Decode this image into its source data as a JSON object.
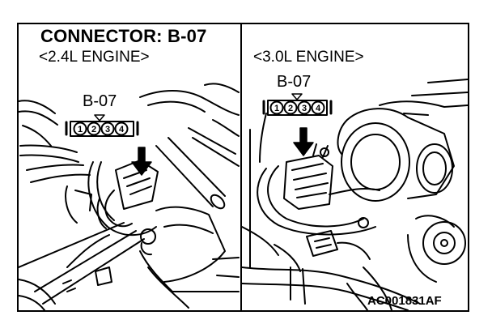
{
  "title": "CONNECTOR: B-07",
  "panels": [
    {
      "engine_label": "<2.4L ENGINE>",
      "connector_id": "B-07",
      "pins": [
        "1",
        "2",
        "3",
        "4"
      ]
    },
    {
      "engine_label": "<3.0L ENGINE>",
      "connector_id": "B-07",
      "pins": [
        "1",
        "2",
        "3",
        "4"
      ]
    }
  ],
  "figure_id": "AC001831AF"
}
